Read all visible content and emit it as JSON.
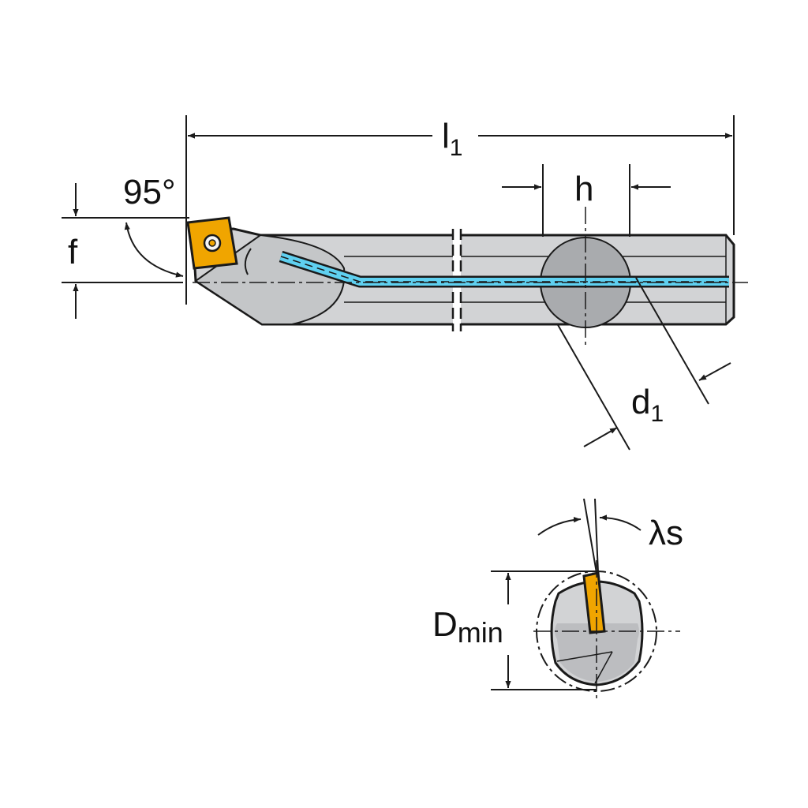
{
  "labels": {
    "length_main": "l",
    "length_sub": "1",
    "height": "h",
    "angle": "95°",
    "offset": "f",
    "shank_main": "d",
    "shank_sub": "1",
    "inclination": "λs",
    "min_bore_main": "D",
    "min_bore_sub": "min"
  },
  "colors": {
    "body": "#d2d3d5",
    "body_dark": "#a7a9ac",
    "section_circle": "#a9abae",
    "insert": "#f0a500",
    "coolant": "#5fd0f0",
    "line": "#1a1a1a"
  }
}
